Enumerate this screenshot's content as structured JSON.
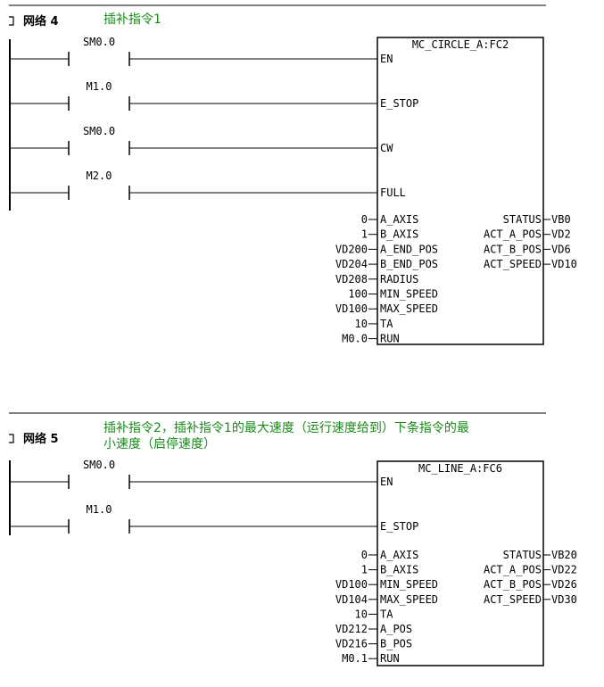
{
  "networks": [
    {
      "label": "网络 4",
      "comment_lines": [
        "插补指令1"
      ],
      "block_title": "MC_CIRCLE_A:FC2",
      "contacts": [
        {
          "name": "SM0.0",
          "pin": "EN"
        },
        {
          "name": "M1.0",
          "pin": "E_STOP"
        },
        {
          "name": "SM0.0",
          "pin": "CW"
        },
        {
          "name": "M2.0",
          "pin": "FULL"
        }
      ],
      "inputs": [
        {
          "value": "0",
          "pin": "A_AXIS"
        },
        {
          "value": "1",
          "pin": "B_AXIS"
        },
        {
          "value": "VD200",
          "pin": "A_END_POS"
        },
        {
          "value": "VD204",
          "pin": "B_END_POS"
        },
        {
          "value": "VD208",
          "pin": "RADIUS"
        },
        {
          "value": "100",
          "pin": "MIN_SPEED"
        },
        {
          "value": "VD100",
          "pin": "MAX_SPEED"
        },
        {
          "value": "10",
          "pin": "TA"
        },
        {
          "value": "M0.0",
          "pin": "RUN"
        }
      ],
      "outputs": [
        {
          "pin": "STATUS",
          "value": "VB0"
        },
        {
          "pin": "ACT_A_POS",
          "value": "VD2"
        },
        {
          "pin": "ACT_B_POS",
          "value": "VD6"
        },
        {
          "pin": "ACT_SPEED",
          "value": "VD10"
        }
      ]
    },
    {
      "label": "网络 5",
      "comment_lines": [
        "插补指令2，插补指令1的最大速度（运行速度给到）下条指令的最",
        "小速度（启停速度）"
      ],
      "block_title": "MC_LINE_A:FC6",
      "contacts": [
        {
          "name": "SM0.0",
          "pin": "EN"
        },
        {
          "name": "M1.0",
          "pin": "E_STOP"
        }
      ],
      "inputs": [
        {
          "value": "0",
          "pin": "A_AXIS"
        },
        {
          "value": "1",
          "pin": "B_AXIS"
        },
        {
          "value": "VD100",
          "pin": "MIN_SPEED"
        },
        {
          "value": "VD104",
          "pin": "MAX_SPEED"
        },
        {
          "value": "10",
          "pin": "TA"
        },
        {
          "value": "VD212",
          "pin": "A_POS"
        },
        {
          "value": "VD216",
          "pin": "B_POS"
        },
        {
          "value": "M0.1",
          "pin": "RUN"
        }
      ],
      "outputs": [
        {
          "pin": "STATUS",
          "value": "VB20"
        },
        {
          "pin": "ACT_A_POS",
          "value": "VD22"
        },
        {
          "pin": "ACT_B_POS",
          "value": "VD26"
        },
        {
          "pin": "ACT_SPEED",
          "value": "VD30"
        }
      ]
    }
  ]
}
